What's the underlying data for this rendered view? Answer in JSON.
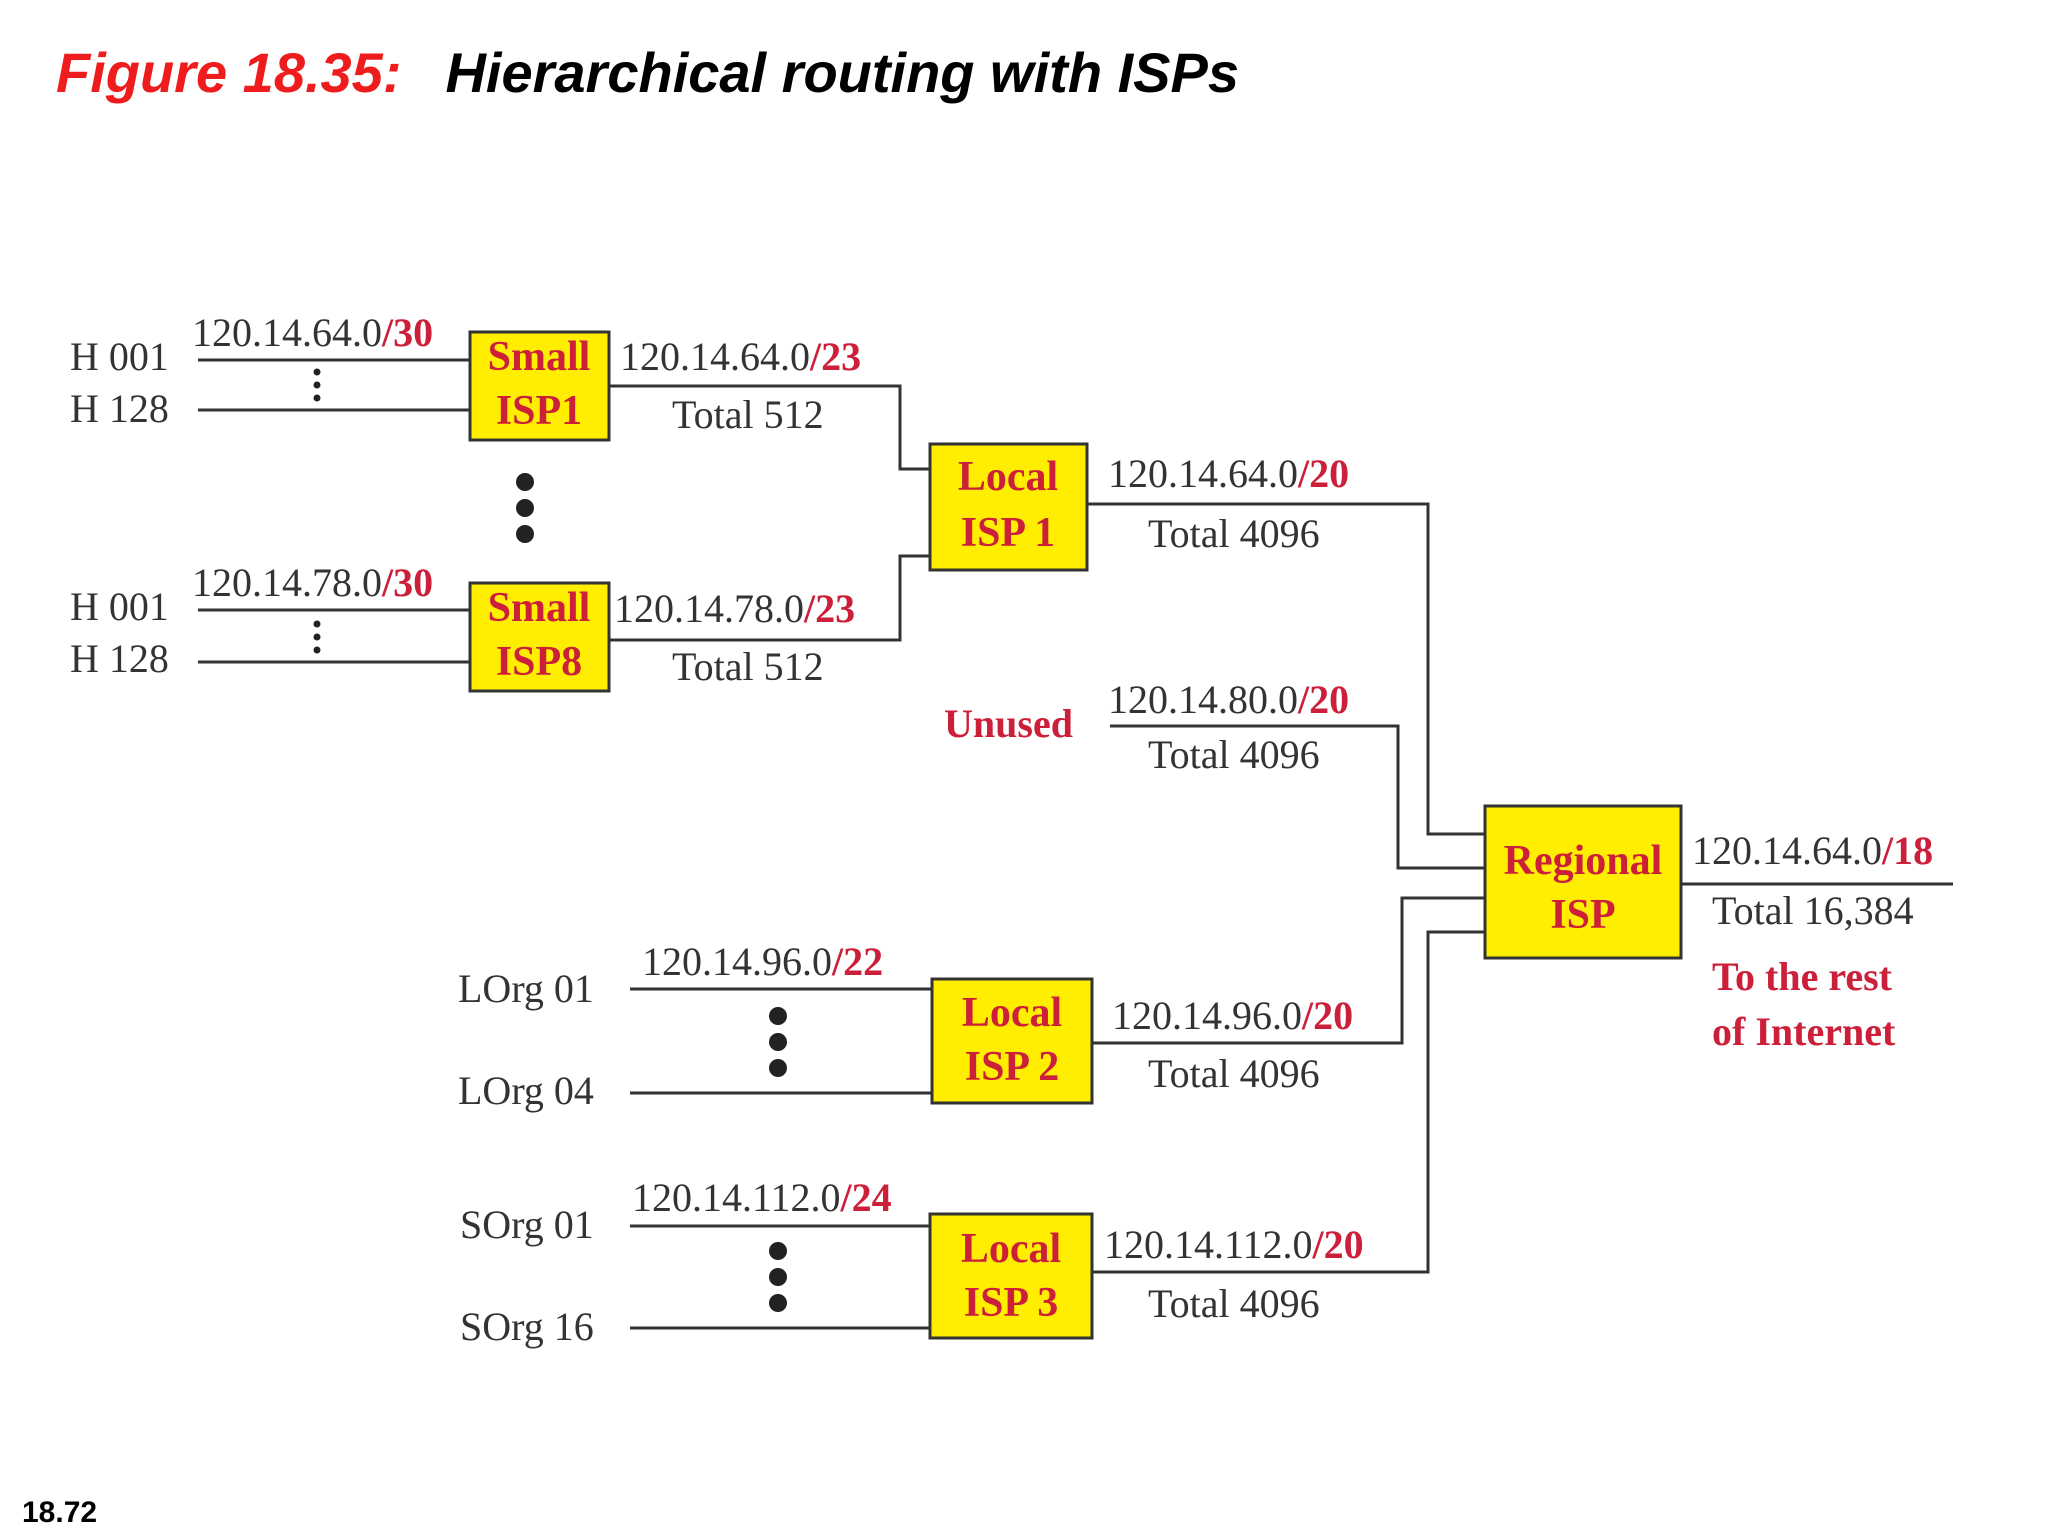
{
  "figure": {
    "number": "Figure 18.35:",
    "title": "Hierarchical routing with ISPs"
  },
  "slide_number": "18.72",
  "small_isp1": {
    "host_first": "H 001",
    "host_last": "H 128",
    "in_prefix": "120.14.64.0",
    "in_len": "/30",
    "box_line1": "Small",
    "box_line2": "ISP1",
    "out_prefix": "120.14.64.0",
    "out_len": "/23",
    "out_total": "Total 512"
  },
  "small_isp8": {
    "host_first": "H 001",
    "host_last": "H 128",
    "in_prefix": "120.14.78.0",
    "in_len": "/30",
    "box_line1": "Small",
    "box_line2": "ISP8",
    "out_prefix": "120.14.78.0",
    "out_len": "/23",
    "out_total": "Total 512"
  },
  "local_isp1": {
    "box_line1": "Local",
    "box_line2": "ISP 1",
    "out_prefix": "120.14.64.0",
    "out_len": "/20",
    "out_total": "Total 4096"
  },
  "unused": {
    "label": "Unused",
    "out_prefix": "120.14.80.0",
    "out_len": "/20",
    "out_total": "Total 4096"
  },
  "local_isp2": {
    "org_first": "LOrg 01",
    "org_last": "LOrg 04",
    "in_prefix": "120.14.96.0",
    "in_len": "/22",
    "box_line1": "Local",
    "box_line2": "ISP 2",
    "out_prefix": "120.14.96.0",
    "out_len": "/20",
    "out_total": "Total 4096"
  },
  "local_isp3": {
    "org_first": "SOrg 01",
    "org_last": "SOrg 16",
    "in_prefix": "120.14.112.0",
    "in_len": "/24",
    "box_line1": "Local",
    "box_line2": "ISP 3",
    "out_prefix": "120.14.112.0",
    "out_len": "/20",
    "out_total": "Total 4096"
  },
  "regional_isp": {
    "box_line1": "Regional",
    "box_line2": "ISP",
    "out_prefix": "120.14.64.0",
    "out_len": "/18",
    "out_total": "Total 16,384",
    "note_line1": "To the rest",
    "note_line2": "of Internet"
  },
  "colors": {
    "box_fill": "#ffee00",
    "accent_red": "#cc1f3a",
    "title_red": "#ee1c1c",
    "line": "#333333"
  }
}
